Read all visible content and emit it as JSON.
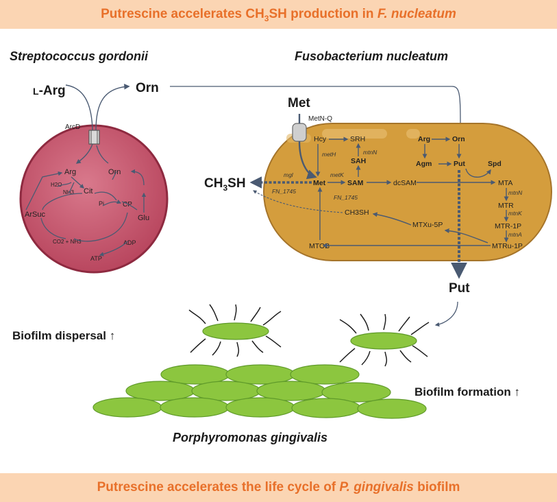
{
  "top_banner": {
    "pre": "Putrescine accelerates CH",
    "sub": "3",
    "mid": "SH production in ",
    "italic": "F. nucleatum"
  },
  "bottom_banner": {
    "pre": "Putrescine accelerates the life cycle of ",
    "italic": "P. gingivalis",
    "post": " biofilm"
  },
  "organisms": {
    "left": "Streptococcus gordonii",
    "right": "Fusobacterium nucleatum",
    "bottom": "Porphyromonas gingivalis"
  },
  "outside": {
    "l_arg_prefix": "L",
    "l_arg_suffix": "-Arg",
    "orn": "Orn",
    "met": "Met",
    "metnq": "MetN-Q",
    "ch3sh_a": "CH",
    "ch3sh_b": "3",
    "ch3sh_c": "SH",
    "put": "Put"
  },
  "sgordonii": {
    "arcd": "ArcD",
    "arg": "Arg",
    "orn": "Orn",
    "h2o": "H2O",
    "nh3": "NH3",
    "cit": "Cit",
    "arsuc": "ArSuc",
    "pi": "Pi",
    "cp": "CP",
    "glu": "Glu",
    "co2nh3": "CO2 + NH3",
    "adp": "ADP",
    "atp": "ATP"
  },
  "fnucleatum": {
    "hcy": "Hcy",
    "srh": "SRH",
    "sah": "SAH",
    "sam": "SAM",
    "met": "Met",
    "dcsam": "dcSAM",
    "arg": "Arg",
    "orn": "Orn",
    "agm": "Agm",
    "put": "Put",
    "spd": "Spd",
    "mta": "MTA",
    "mtr": "MTR",
    "mtr1p": "MTR-1P",
    "mtru1p": "MTRu-1P",
    "mtxu5p": "MTXu-5P",
    "ch3sh": "CH3SH",
    "mtob": "MTOB",
    "metH": "metH",
    "metK": "metK",
    "mtnN": "mtnN",
    "mgl": "mgl",
    "fn1745a": "FN_1745",
    "fn1745b": "FN_1745",
    "mtnN2": "mtnN",
    "mtnK": "mtnK",
    "mtnA": "mtnA"
  },
  "biofilm": {
    "dispersal": "Biofilm dispersal ↑",
    "formation": "Biofilm formation ↑"
  },
  "colors": {
    "banner_bg": "#fbd5b3",
    "banner_text": "#e8702a",
    "sg_cell": "#c7566e",
    "fn_cell": "#d49d3d",
    "pg_cell": "#8cc63f",
    "arrow": "#4a5a72"
  }
}
